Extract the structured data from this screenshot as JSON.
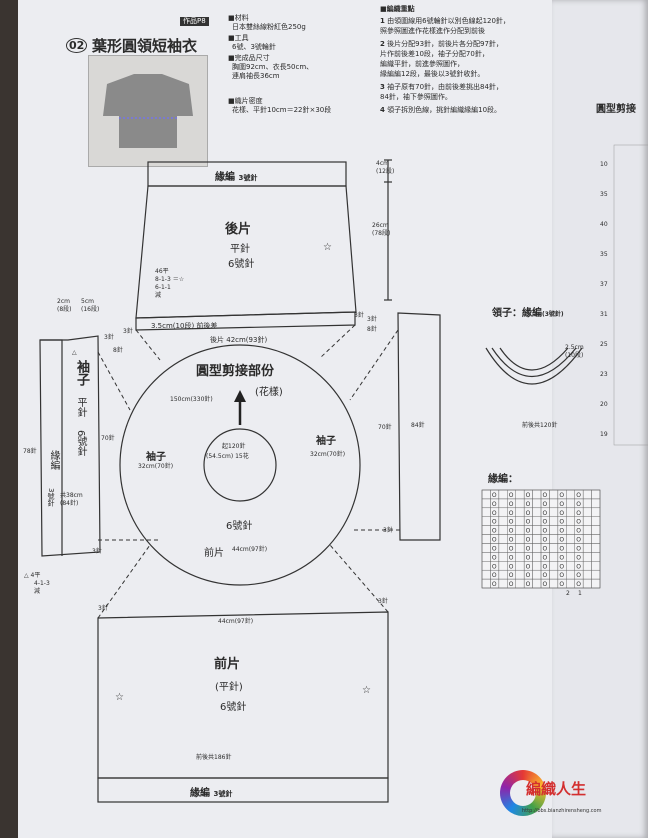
{
  "header": {
    "pattern_no": "作品P8",
    "number": "02",
    "title": "葉形圓領短袖衣"
  },
  "specs": {
    "materials_label": "材料",
    "materials_value": "日本雙絲線粉紅色250g",
    "tools_label": "工具",
    "tools_value": "6號、3號輪針",
    "size_label": "完成品尺寸",
    "size_line1": "衣長50cm、",
    "size_line1_prefix": "胸圍92cm、",
    "size_line2": "連肩袖長36cm",
    "gauge_label": "織片密度",
    "gauge_value": "花樣、平針10cm＝22針×30段"
  },
  "instructions": {
    "heading": "編織重點",
    "steps": [
      {
        "num": "1",
        "text": "由領圍線用6號輪針以別色線起120針，"
      },
      {
        "num": "",
        "text": "照參照圖進作花樣進作分配到前後"
      },
      {
        "num": "2",
        "text": "後片分配93針，前後片各分配97針，"
      },
      {
        "num": "",
        "text": "片作前後差10段，袖子分配70針，"
      },
      {
        "num": "",
        "text": "編織平針，前進參照圖作，"
      },
      {
        "num": "",
        "text": "緣編編12段，最後以3號針收針。"
      },
      {
        "num": "3",
        "text": "袖子原有70針，由前後差挑出84針，"
      },
      {
        "num": "",
        "text": "84針，袖下參照圖作。"
      },
      {
        "num": "4",
        "text": "領子拆別色線，挑針編織緣編10段。"
      }
    ]
  },
  "back": {
    "border": "緣編",
    "border_needle": "3號針",
    "title": "後片",
    "stitch": "平針",
    "needle": "6號針",
    "dec_label": "46平",
    "dec1": "8-1-3",
    "dec2": "6-1-1",
    "dec_end": "減",
    "dec_equals": "＝☆",
    "front_back_diff": "3.5cm(10段)",
    "fb_label": "前後差",
    "bottom_label": "後片",
    "bottom_measure": "42cm(93針)",
    "needle_3": "3針",
    "star": "☆"
  },
  "right_dims": {
    "top": "4cm",
    "top_rows": "(12段)",
    "mid": "26cm",
    "mid_rows": "(78段)"
  },
  "circle": {
    "title": "圓型剪接部份",
    "subtitle": "(花樣)",
    "start": "起120針",
    "start_measure": "(54.5cm) 15花",
    "left_sleeve": "袖子",
    "left_sleeve_measure": "32cm(70針)",
    "right_sleeve": "袖子",
    "right_sleeve_measure": "32cm(70針)",
    "needle": "6號針",
    "front": "前片",
    "front_measure": "44cm(97針)",
    "back_measure": "150cm(330針)"
  },
  "left_sleeve": {
    "dim1": "2cm",
    "dim1_rows": "(8段)",
    "dim2": "5cm",
    "dim2_rows": "(16段)",
    "title": "袖子",
    "stitch": "平針",
    "needle": "6號針",
    "stitches_70": "70針",
    "length": "78針",
    "border": "緣編",
    "border_needle": "3號針",
    "total": "共38cm",
    "total_st": "(84針)",
    "needle_3": "3針",
    "needle_8": "8針",
    "dec_a": "4平",
    "dec_b": "4-1-3",
    "dec_c": "減",
    "triangle": "△"
  },
  "right_sleeve": {
    "needle_3": "3針",
    "needle_8": "8針",
    "stitches_70": "70針",
    "stitches_84": "84針"
  },
  "front": {
    "measure": "44cm(97針)",
    "title": "前片",
    "stitch": "(平針)",
    "needle": "6號針",
    "total": "前後共186針",
    "border": "緣編",
    "border_needle": "3號針",
    "needle_3": "3針",
    "star": "☆"
  },
  "collar": {
    "label": "領子：緣編",
    "needle": "(3號針)",
    "dim": "2.5cm",
    "dim_rows": "(10段)",
    "picks": "前後共120針"
  },
  "edge_chart": {
    "label": "緣編：",
    "col_2": "2",
    "col_1": "1"
  },
  "right_page": {
    "title": "圓型剪接",
    "nums": [
      "10",
      "35",
      "40",
      "35",
      "37",
      "31",
      "25",
      "23",
      "20",
      "19"
    ]
  },
  "watermark": {
    "text": "編織人生",
    "url": "http://bbs.bianzhirensheng.com"
  }
}
